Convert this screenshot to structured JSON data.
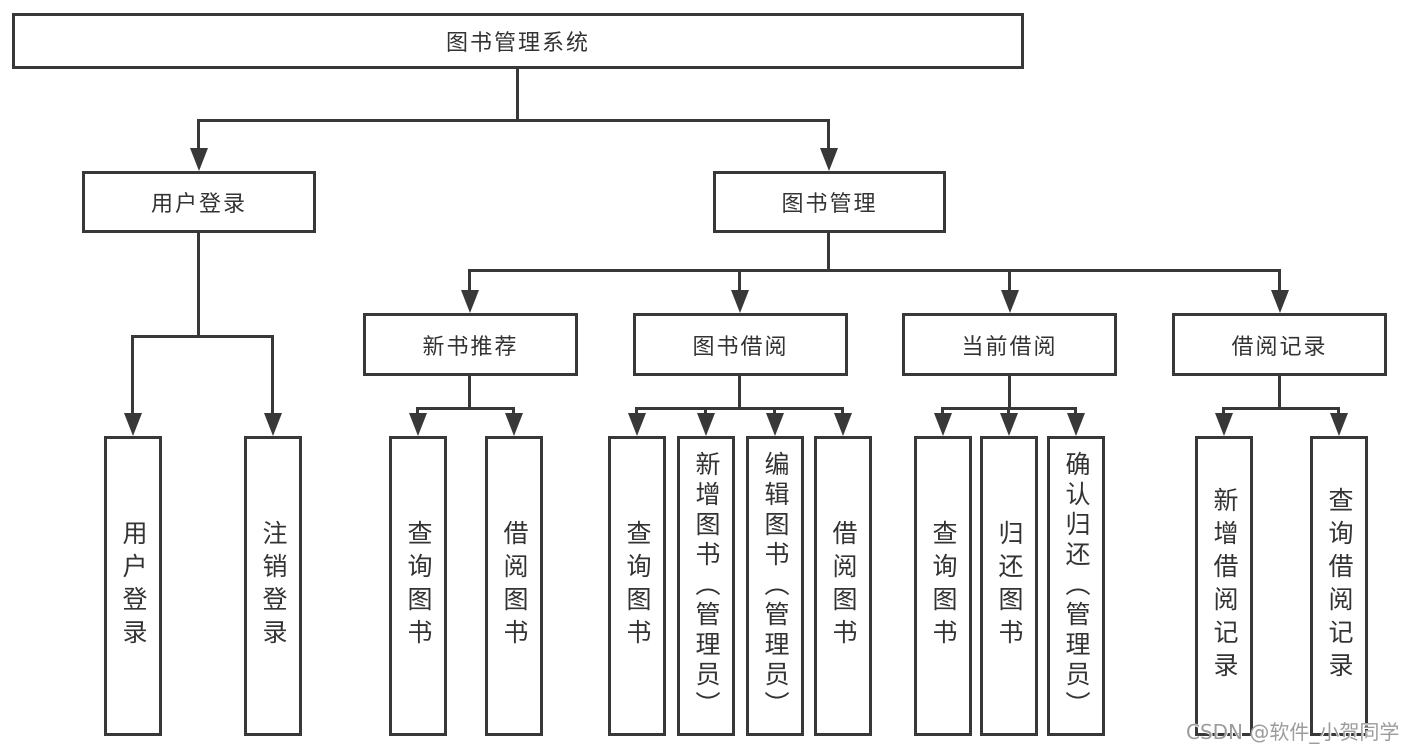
{
  "diagram": {
    "root": {
      "label": "图书管理系统"
    },
    "branches": [
      {
        "label": "用户登录",
        "children": [
          {
            "label": "用户登录"
          },
          {
            "label": "注销登录"
          }
        ]
      },
      {
        "label": "图书管理",
        "children": [
          {
            "label": "新书推荐",
            "children": [
              {
                "label": "查询图书"
              },
              {
                "label": "借阅图书"
              }
            ]
          },
          {
            "label": "图书借阅",
            "children": [
              {
                "label": "查询图书"
              },
              {
                "label": "新增图书（管理员）"
              },
              {
                "label": "编辑图书（管理员）"
              },
              {
                "label": "借阅图书"
              }
            ]
          },
          {
            "label": "当前借阅",
            "children": [
              {
                "label": "查询图书"
              },
              {
                "label": "归还图书"
              },
              {
                "label": "确认归还（管理员）"
              }
            ]
          },
          {
            "label": "借阅记录",
            "children": [
              {
                "label": "新增借阅记录"
              },
              {
                "label": "查询借阅记录"
              }
            ]
          }
        ]
      }
    ],
    "watermark": "CSDN @软件_小贺同学"
  },
  "colors": {
    "line": "#383838",
    "text": "#333333",
    "background": "#ffffff",
    "watermark": "#9c9c9c"
  }
}
